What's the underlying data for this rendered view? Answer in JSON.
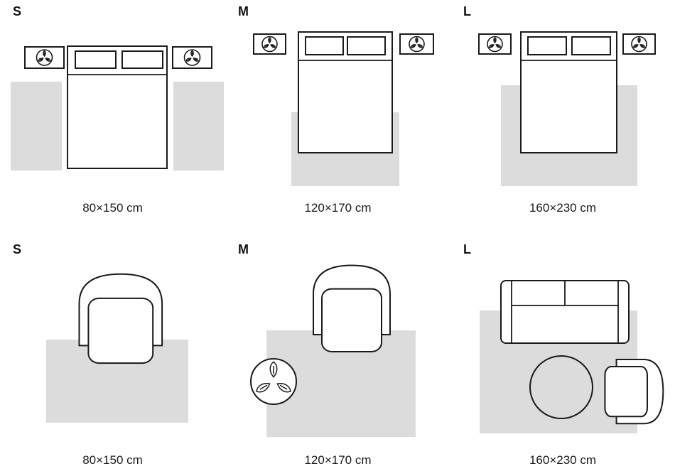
{
  "colors": {
    "rug_fill": "#dcdcdc",
    "outline": "#1a1a1a",
    "text": "#111111",
    "background": "#ffffff"
  },
  "bedroom_row": {
    "panels": [
      {
        "size_label": "S",
        "dimensions": "80×150 cm"
      },
      {
        "size_label": "M",
        "dimensions": "120×170 cm"
      },
      {
        "size_label": "L",
        "dimensions": "160×230 cm"
      }
    ]
  },
  "living_room_row": {
    "panels": [
      {
        "size_label": "S",
        "dimensions": "80×150 cm"
      },
      {
        "size_label": "M",
        "dimensions": "120×170 cm"
      },
      {
        "size_label": "L",
        "dimensions": "160×230 cm"
      }
    ]
  }
}
